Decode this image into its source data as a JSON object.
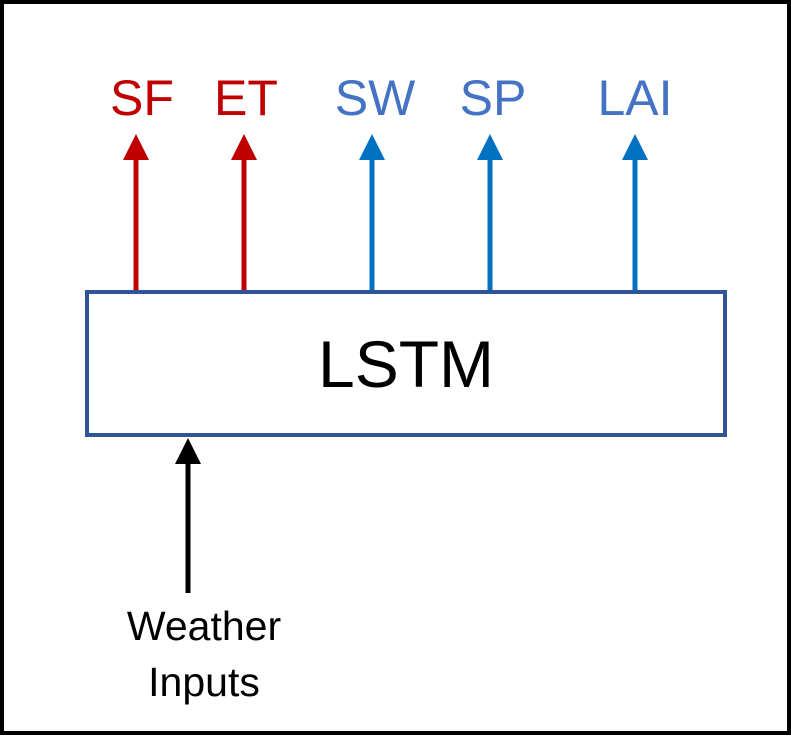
{
  "diagram": {
    "model_label": "LSTM",
    "input_label_line1": "Weather",
    "input_label_line2": "Inputs",
    "outputs": [
      {
        "label": "SF",
        "color": "#c00000"
      },
      {
        "label": "ET",
        "color": "#c00000"
      },
      {
        "label": "SW",
        "color": "#4472c4"
      },
      {
        "label": "SP",
        "color": "#4472c4"
      },
      {
        "label": "LAI",
        "color": "#4472c4"
      }
    ],
    "colors": {
      "frame": "#000000",
      "box_border": "#2f5597",
      "output_arrow_red": "#c00000",
      "output_arrow_blue": "#0070c0",
      "input_arrow": "#000000"
    }
  }
}
